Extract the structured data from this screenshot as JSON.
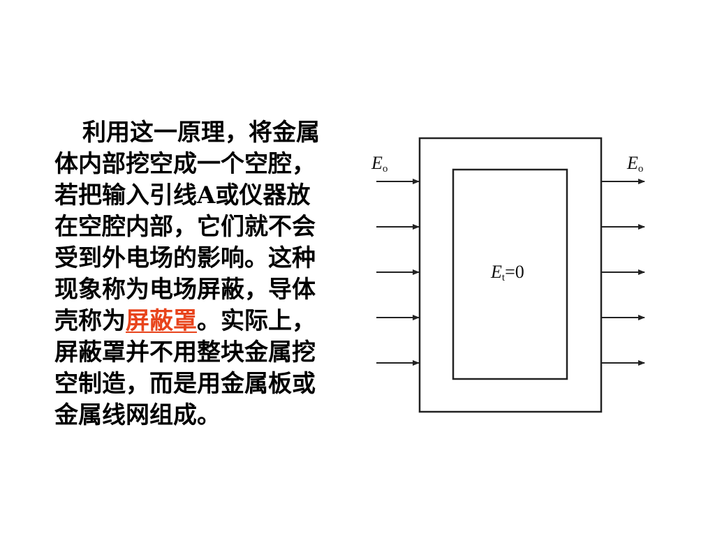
{
  "paragraph": {
    "lines": [
      "利用这一原理，将金属",
      "体内部挖空成一个空腔，",
      "若把输入引线A或仪器放",
      "在空腔内部，它们就不会",
      "受到外电场的影响。这种",
      "现象称为电场屏蔽，导体"
    ],
    "line7_before": "壳称为",
    "link_term": "屏蔽罩",
    "line7_after": "。实际上，",
    "lines_after": [
      "屏蔽罩并不用整块金属挖",
      "空制造，而是用金属板或",
      "金属线网组成。"
    ]
  },
  "diagram": {
    "left_field": {
      "symbol": "E",
      "subscript": "o"
    },
    "right_field": {
      "symbol": "E",
      "subscript": "o"
    },
    "inner_field": {
      "symbol": "E",
      "subscript": "t",
      "value": "=0"
    },
    "arrows_per_side": 5
  }
}
